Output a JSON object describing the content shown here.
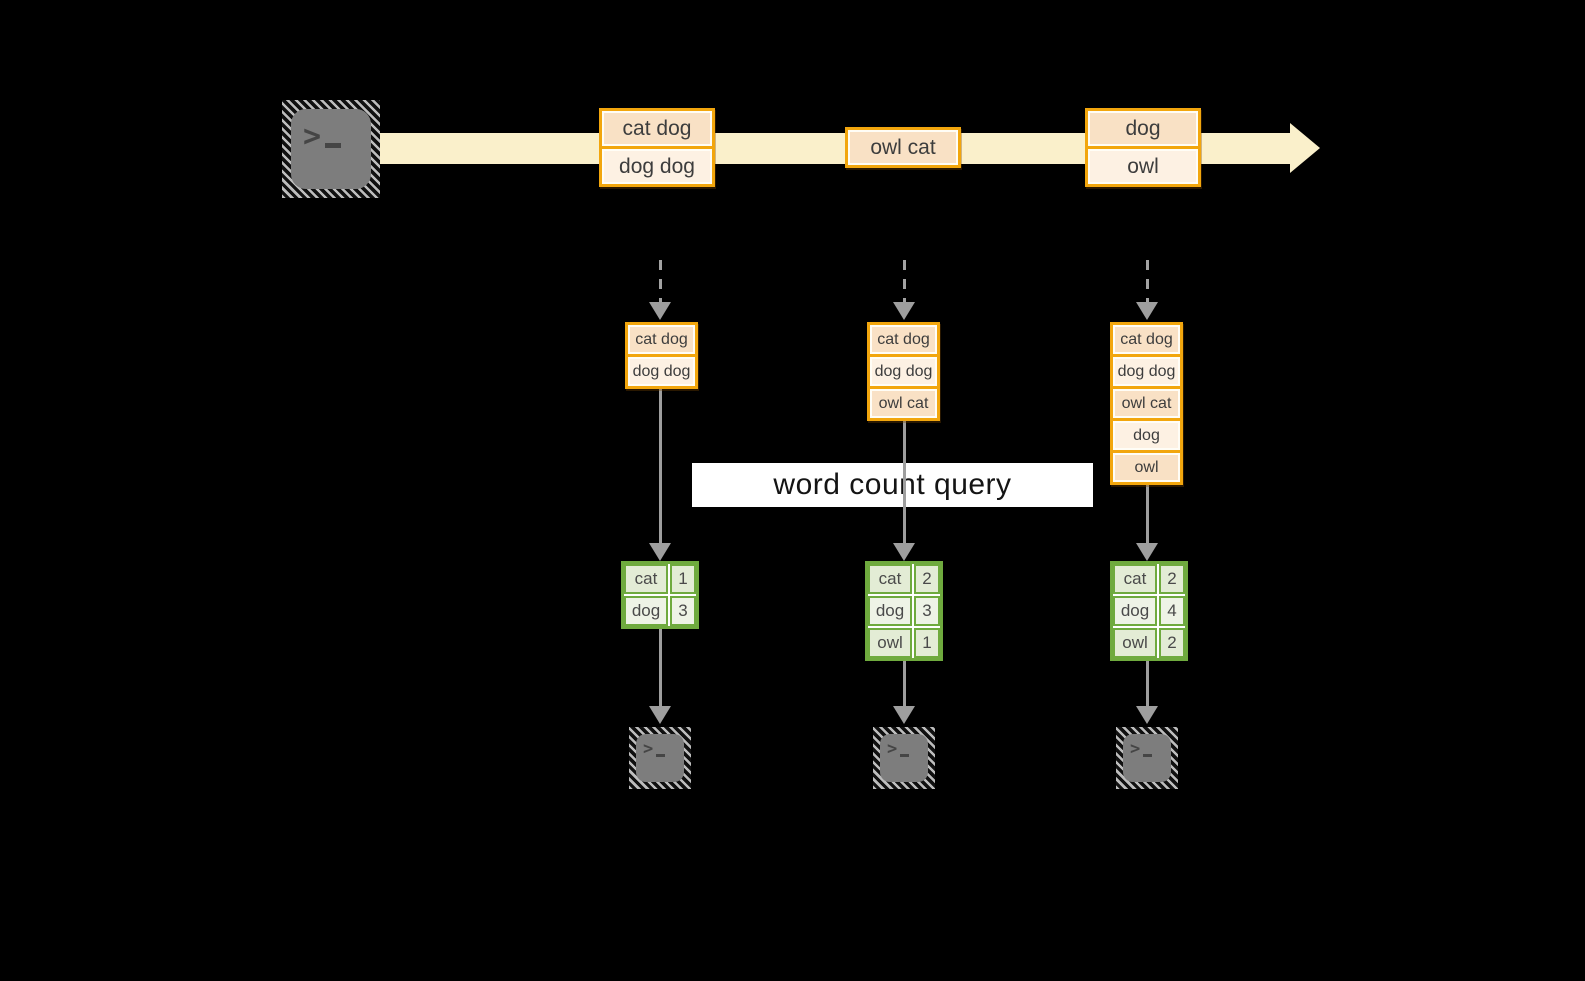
{
  "source": {
    "icon": "terminal-icon",
    "glyph": ">"
  },
  "stream": {
    "events": [
      {
        "cells": [
          "cat dog",
          "dog dog"
        ]
      },
      {
        "cells": [
          "owl cat"
        ]
      },
      {
        "cells": [
          "dog",
          "owl"
        ]
      }
    ]
  },
  "partitions": [
    {
      "buffer": [
        "cat dog",
        "dog dog"
      ],
      "counts": [
        [
          "cat",
          "1"
        ],
        [
          "dog",
          "3"
        ]
      ]
    },
    {
      "buffer": [
        "cat dog",
        "dog dog",
        "owl cat"
      ],
      "counts": [
        [
          "cat",
          "2"
        ],
        [
          "dog",
          "3"
        ],
        [
          "owl",
          "1"
        ]
      ]
    },
    {
      "buffer": [
        "cat dog",
        "dog dog",
        "owl cat",
        "dog",
        "owl"
      ],
      "counts": [
        [
          "cat",
          "2"
        ],
        [
          "dog",
          "4"
        ],
        [
          "owl",
          "2"
        ]
      ]
    }
  ],
  "query": {
    "label": "word count query"
  },
  "sinks": [
    {
      "icon": "terminal-icon",
      "glyph": ">"
    },
    {
      "icon": "terminal-icon",
      "glyph": ">"
    },
    {
      "icon": "terminal-icon",
      "glyph": ">"
    }
  ],
  "colors": {
    "background": "#000000",
    "stream_band": "#faf0cb",
    "event_border": "#f2a60d",
    "event_fill_dark": "#f9e1c5",
    "event_fill_light": "#fdf1e3",
    "table_border": "#6faa3e",
    "table_fill_a": "#e3ecd5",
    "table_fill_b": "#eef3e6",
    "connector_gray": "#9e9e9e",
    "terminal_gray": "#7d7d7d",
    "banner_bg": "#ffffff"
  }
}
